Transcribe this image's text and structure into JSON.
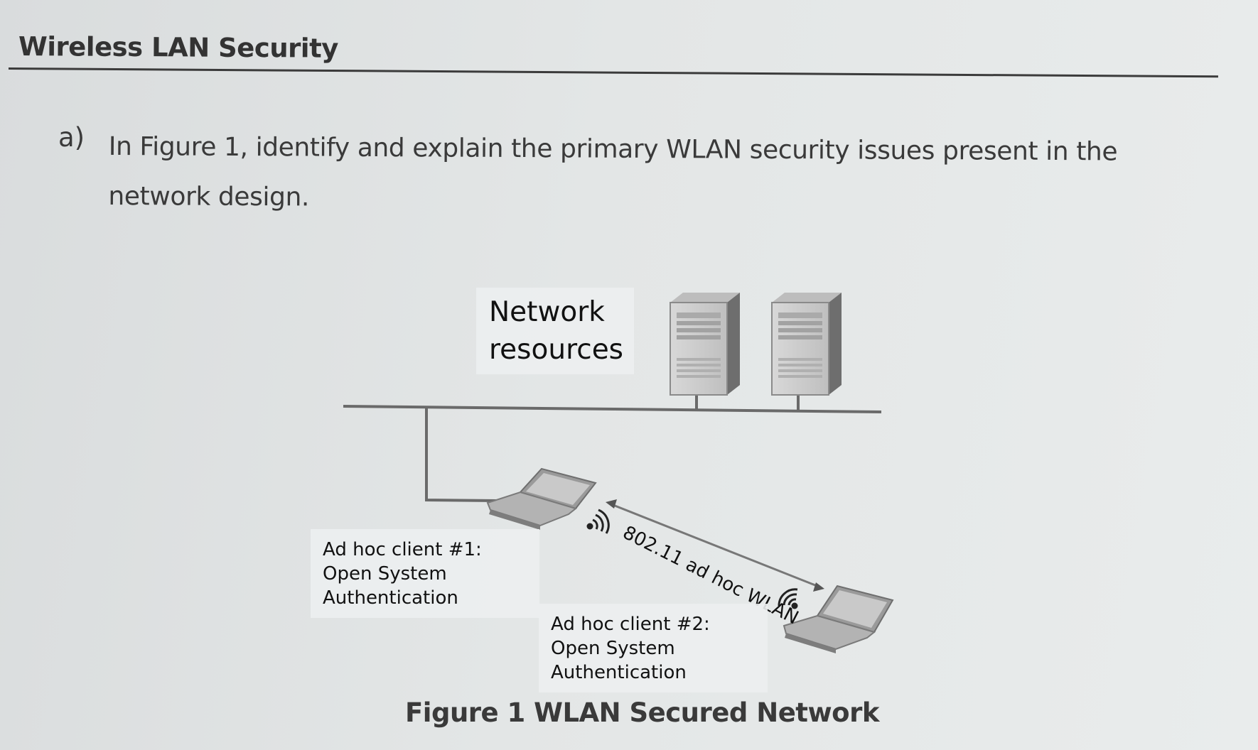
{
  "section_title": "Wireless LAN Security",
  "question": {
    "marker": "a)",
    "text": "In Figure 1, identify and explain the primary WLAN security issues present in the network design."
  },
  "figure": {
    "network_resources_label": [
      "Network",
      "resources"
    ],
    "link_label": "802.11 ad hoc WLAN",
    "client_1": [
      "Ad hoc client #1:",
      "Open System",
      "Authentication"
    ],
    "client_2": [
      "Ad hoc client #2:",
      "Open System",
      "Authentication"
    ],
    "caption": "Figure 1 WLAN Secured Network"
  },
  "icons": {
    "server": "server-icon",
    "laptop": "laptop-icon",
    "wireless": "wireless-signal-icon"
  }
}
